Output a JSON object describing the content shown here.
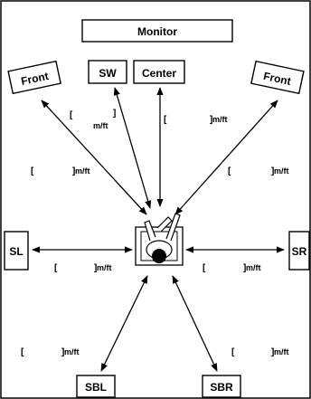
{
  "speakers": {
    "monitor": "Monitor",
    "sw": "SW",
    "center": "Center",
    "front_left": "Front",
    "front_right": "Front",
    "sl": "SL",
    "sr": "SR",
    "sbl": "SBL",
    "sbr": "SBR"
  },
  "distances": {
    "front_left": {
      "open": "[",
      "close": "]",
      "unit": "m/ft"
    },
    "sw": {
      "open": "[",
      "close": "]",
      "unit": "m/ft"
    },
    "center": {
      "open": "[",
      "close": "]",
      "unit": "m/ft"
    },
    "front_right": {
      "open": "[",
      "close": "]",
      "unit": "m/ft"
    },
    "sl": {
      "open": "[",
      "close": "]",
      "unit": "m/ft"
    },
    "sr": {
      "open": "[",
      "close": "]",
      "unit": "m/ft"
    },
    "sbl": {
      "open": "[",
      "close": "]",
      "unit": "m/ft"
    },
    "sbr": {
      "open": "[",
      "close": "]",
      "unit": "m/ft"
    }
  }
}
